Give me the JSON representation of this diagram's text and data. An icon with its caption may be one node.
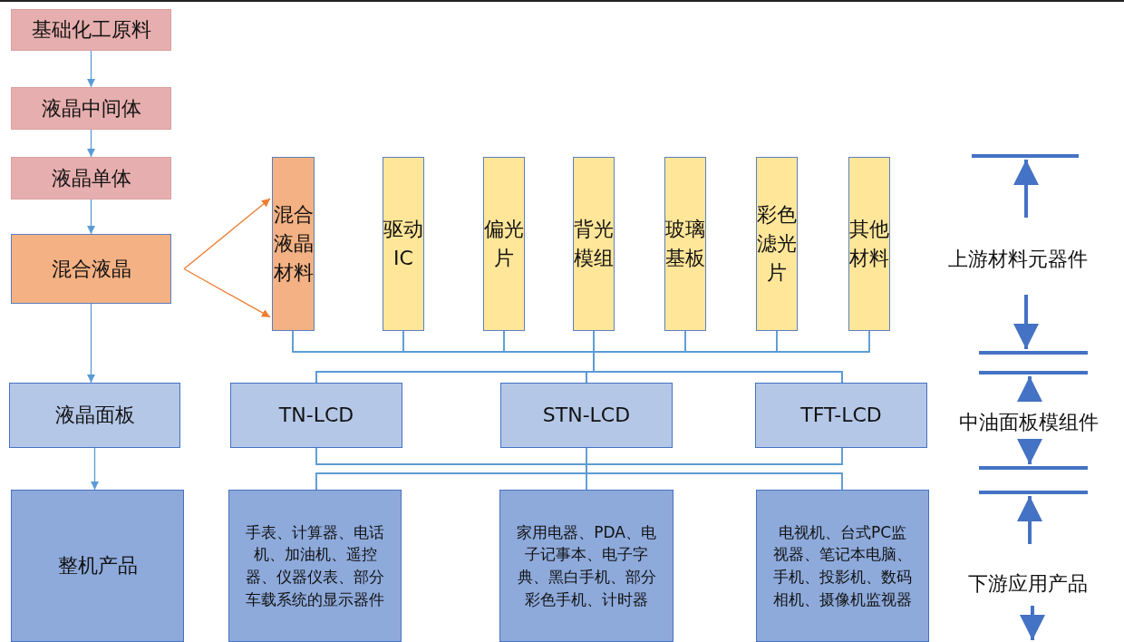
{
  "diagram": {
    "nodes": [
      {
        "text": [
          "基础化工原料"
        ]
      },
      {
        "text": [
          "液晶中间体"
        ]
      },
      {
        "text": [
          "液晶单体"
        ]
      },
      {
        "text": [
          "混合液晶"
        ]
      },
      {
        "text": [
          "液晶面板"
        ]
      },
      {
        "text": [
          "整机产品"
        ]
      },
      {
        "text": [
          "混合液晶材料"
        ]
      },
      {
        "text": [
          "驱动IC"
        ]
      },
      {
        "text": [
          "偏光片"
        ]
      },
      {
        "text": [
          "背光模组"
        ]
      },
      {
        "text": [
          "玻璃基板"
        ]
      },
      {
        "text": [
          "彩色滤光片"
        ]
      },
      {
        "text": [
          "其他材料"
        ]
      },
      {
        "text": [
          "TN-LCD"
        ]
      },
      {
        "text": [
          "STN-LCD"
        ]
      },
      {
        "text": [
          "TFT-LCD"
        ]
      },
      {
        "text": [
          "手表、计算器、电话机、加油机、遥控器、仪器仪表、部分车载系统的显示器件"
        ]
      },
      {
        "text": [
          "家用电器、PDA、电子记事本、电子字典、黑白手机、部分彩色手机、计时器"
        ]
      },
      {
        "text": [
          "电视机、台式PC监视器、笔记本电脑、手机、投影机、数码相机、摄像机监视器"
        ]
      }
    ],
    "edges": [
      {
        "from": 0,
        "to": 1,
        "arrow": "to"
      },
      {
        "from": 1,
        "to": 2,
        "arrow": "to"
      },
      {
        "from": 2,
        "to": 3,
        "arrow": "to"
      },
      {
        "from": 3,
        "to": 6,
        "arrow": "to",
        "color": "#ed7d31"
      },
      {
        "from": 3,
        "to": 6,
        "arrow": "to",
        "color": "#ed7d31"
      },
      {
        "from": 3,
        "to": 4,
        "arrow": "to"
      },
      {
        "from": 4,
        "to": 5,
        "arrow": "to"
      },
      {
        "from": 6,
        "to": 13,
        "arrow": "none"
      },
      {
        "from": 6,
        "to": 14,
        "arrow": "none"
      },
      {
        "from": 6,
        "to": 15,
        "arrow": "none"
      },
      {
        "from": 7,
        "to": 13,
        "arrow": "none"
      },
      {
        "from": 7,
        "to": 14,
        "arrow": "none"
      },
      {
        "from": 7,
        "to": 15,
        "arrow": "none"
      },
      {
        "from": 8,
        "to": 13,
        "arrow": "none"
      },
      {
        "from": 8,
        "to": 14,
        "arrow": "none"
      },
      {
        "from": 8,
        "to": 15,
        "arrow": "none"
      },
      {
        "from": 9,
        "to": 13,
        "arrow": "none"
      },
      {
        "from": 9,
        "to": 14,
        "arrow": "none"
      },
      {
        "from": 9,
        "to": 15,
        "arrow": "none"
      },
      {
        "from": 10,
        "to": 13,
        "arrow": "none"
      },
      {
        "from": 10,
        "to": 14,
        "arrow": "none"
      },
      {
        "from": 10,
        "to": 15,
        "arrow": "none"
      },
      {
        "from": 11,
        "to": 13,
        "arrow": "none"
      },
      {
        "from": 11,
        "to": 14,
        "arrow": "none"
      },
      {
        "from": 11,
        "to": 15,
        "arrow": "none"
      },
      {
        "from": 12,
        "to": 13,
        "arrow": "none"
      },
      {
        "from": 12,
        "to": 14,
        "arrow": "none"
      },
      {
        "from": 12,
        "to": 15,
        "arrow": "none"
      },
      {
        "from": 13,
        "to": 16,
        "arrow": "none"
      },
      {
        "from": 13,
        "to": 17,
        "arrow": "none"
      },
      {
        "from": 13,
        "to": 18,
        "arrow": "none"
      },
      {
        "from": 14,
        "to": 16,
        "arrow": "none"
      },
      {
        "from": 14,
        "to": 17,
        "arrow": "none"
      },
      {
        "from": 14,
        "to": 18,
        "arrow": "none"
      },
      {
        "from": 15,
        "to": 16,
        "arrow": "none"
      },
      {
        "from": 15,
        "to": 17,
        "arrow": "none"
      },
      {
        "from": 15,
        "to": 18,
        "arrow": "none"
      }
    ],
    "labels": [
      "上游材料元器件",
      "中油面板模组件",
      "下游应用产品"
    ]
  }
}
